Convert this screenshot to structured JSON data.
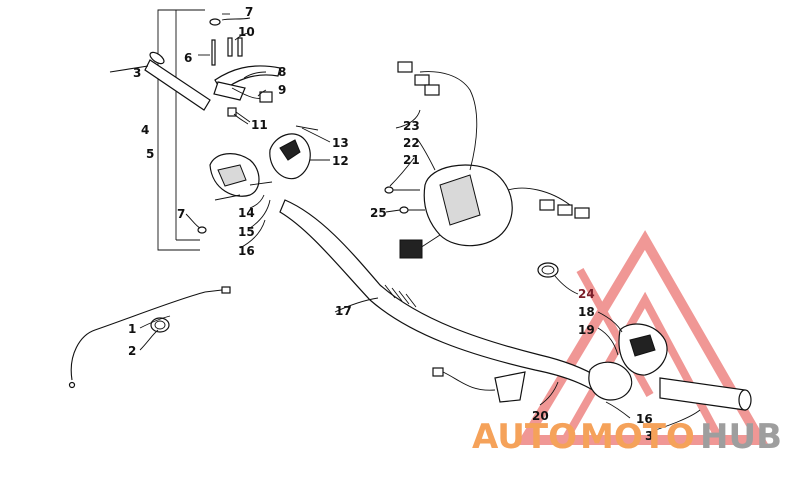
{
  "callouts": {
    "c1": "1",
    "c2": "2",
    "c3a": "3",
    "c3b": "3",
    "c4": "4",
    "c5": "5",
    "c6": "6",
    "c7a": "7",
    "c7b": "7",
    "c8": "8",
    "c9": "9",
    "c10": "10",
    "c11": "11",
    "c12": "12",
    "c13": "13",
    "c14": "14",
    "c15": "15",
    "c16a": "16",
    "c16b": "16",
    "c17": "17",
    "c18": "18",
    "c19": "19",
    "c20": "20",
    "c21": "21",
    "c22": "22",
    "c23": "23",
    "c24": "24",
    "c25": "25"
  },
  "watermark": {
    "part1": "AUTO",
    "part2": "MOTO",
    "part3": "HUB",
    "color_orange": "#f5a25a",
    "color_gray": "#9e9e9e",
    "color_red": "#e4433f"
  }
}
